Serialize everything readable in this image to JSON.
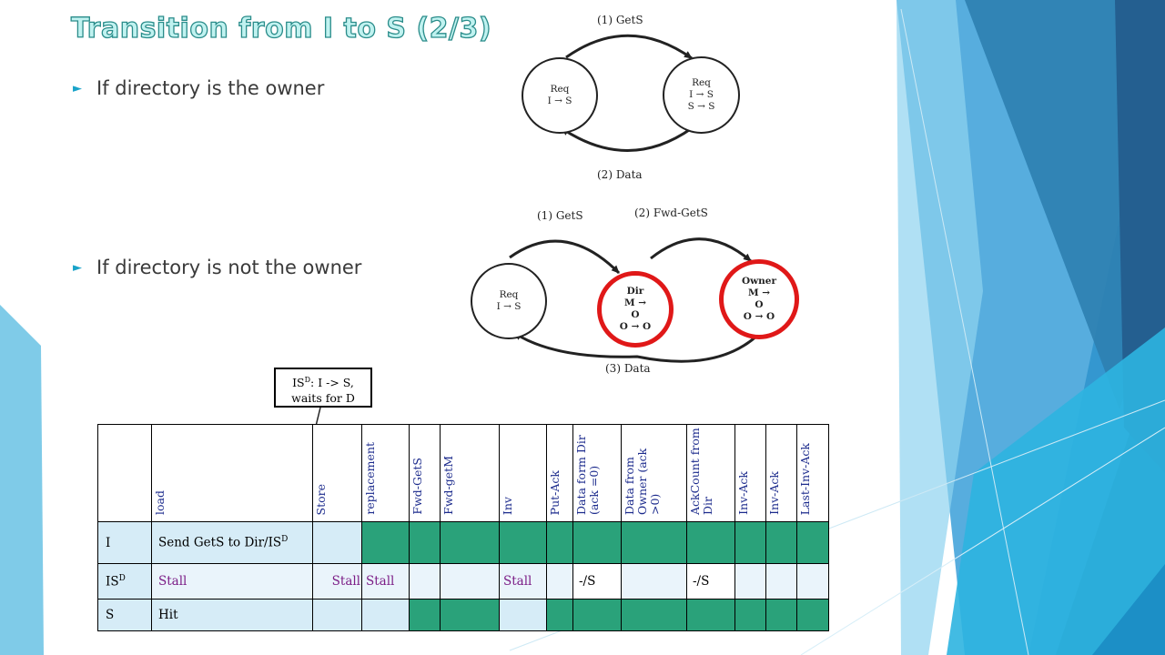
{
  "slide": {
    "title": "Transition from I to S (2/3)",
    "bullets": [
      "If directory is the owner",
      "If directory is not  the owner"
    ]
  },
  "diagram_top": {
    "arrow_top_label": "(1) GetS",
    "arrow_bottom_label": "(2) Data",
    "node_left": [
      "Req",
      "I → S"
    ],
    "node_right": [
      "Req",
      "I → S",
      "S → S"
    ]
  },
  "diagram_bottom": {
    "label_gets": "(1) GetS",
    "label_fwd": "(2) Fwd-GetS",
    "label_data": "(3) Data",
    "node_req": [
      "Req",
      "I → S"
    ],
    "node_dir": [
      "Dir",
      "M →",
      "O",
      "O → O"
    ],
    "node_owner": [
      "Owner",
      "M →",
      "O",
      "O → O"
    ],
    "colors": {
      "highlight": "#e01818"
    }
  },
  "callout": {
    "state": "IS",
    "state_sup": "D",
    "line1_rest": ": I -> S,",
    "line2": "waits for D"
  },
  "table": {
    "headers": [
      "",
      "load",
      "Store",
      "replacement",
      "Fwd-GetS",
      "Fwd-getM",
      "Inv",
      "Put-Ack",
      "Data form Dir (ack =0)",
      "Data from Owner (ack >0)",
      "AckCount from Dir",
      "Inv-Ack",
      "Inv-Ack",
      "Last-Inv-Ack"
    ],
    "row_I": {
      "label": "I",
      "load": "Send GetS to Dir/IS",
      "load_sup": "D"
    },
    "row_ISD": {
      "label": "IS",
      "label_sup": "D",
      "load": "Stall",
      "store": "Stall",
      "replacement": "Stall",
      "inv": "Stall",
      "data_dir": "-/S",
      "ackcount": "-/S"
    },
    "row_S": {
      "label": "S",
      "load": "Hit"
    }
  }
}
